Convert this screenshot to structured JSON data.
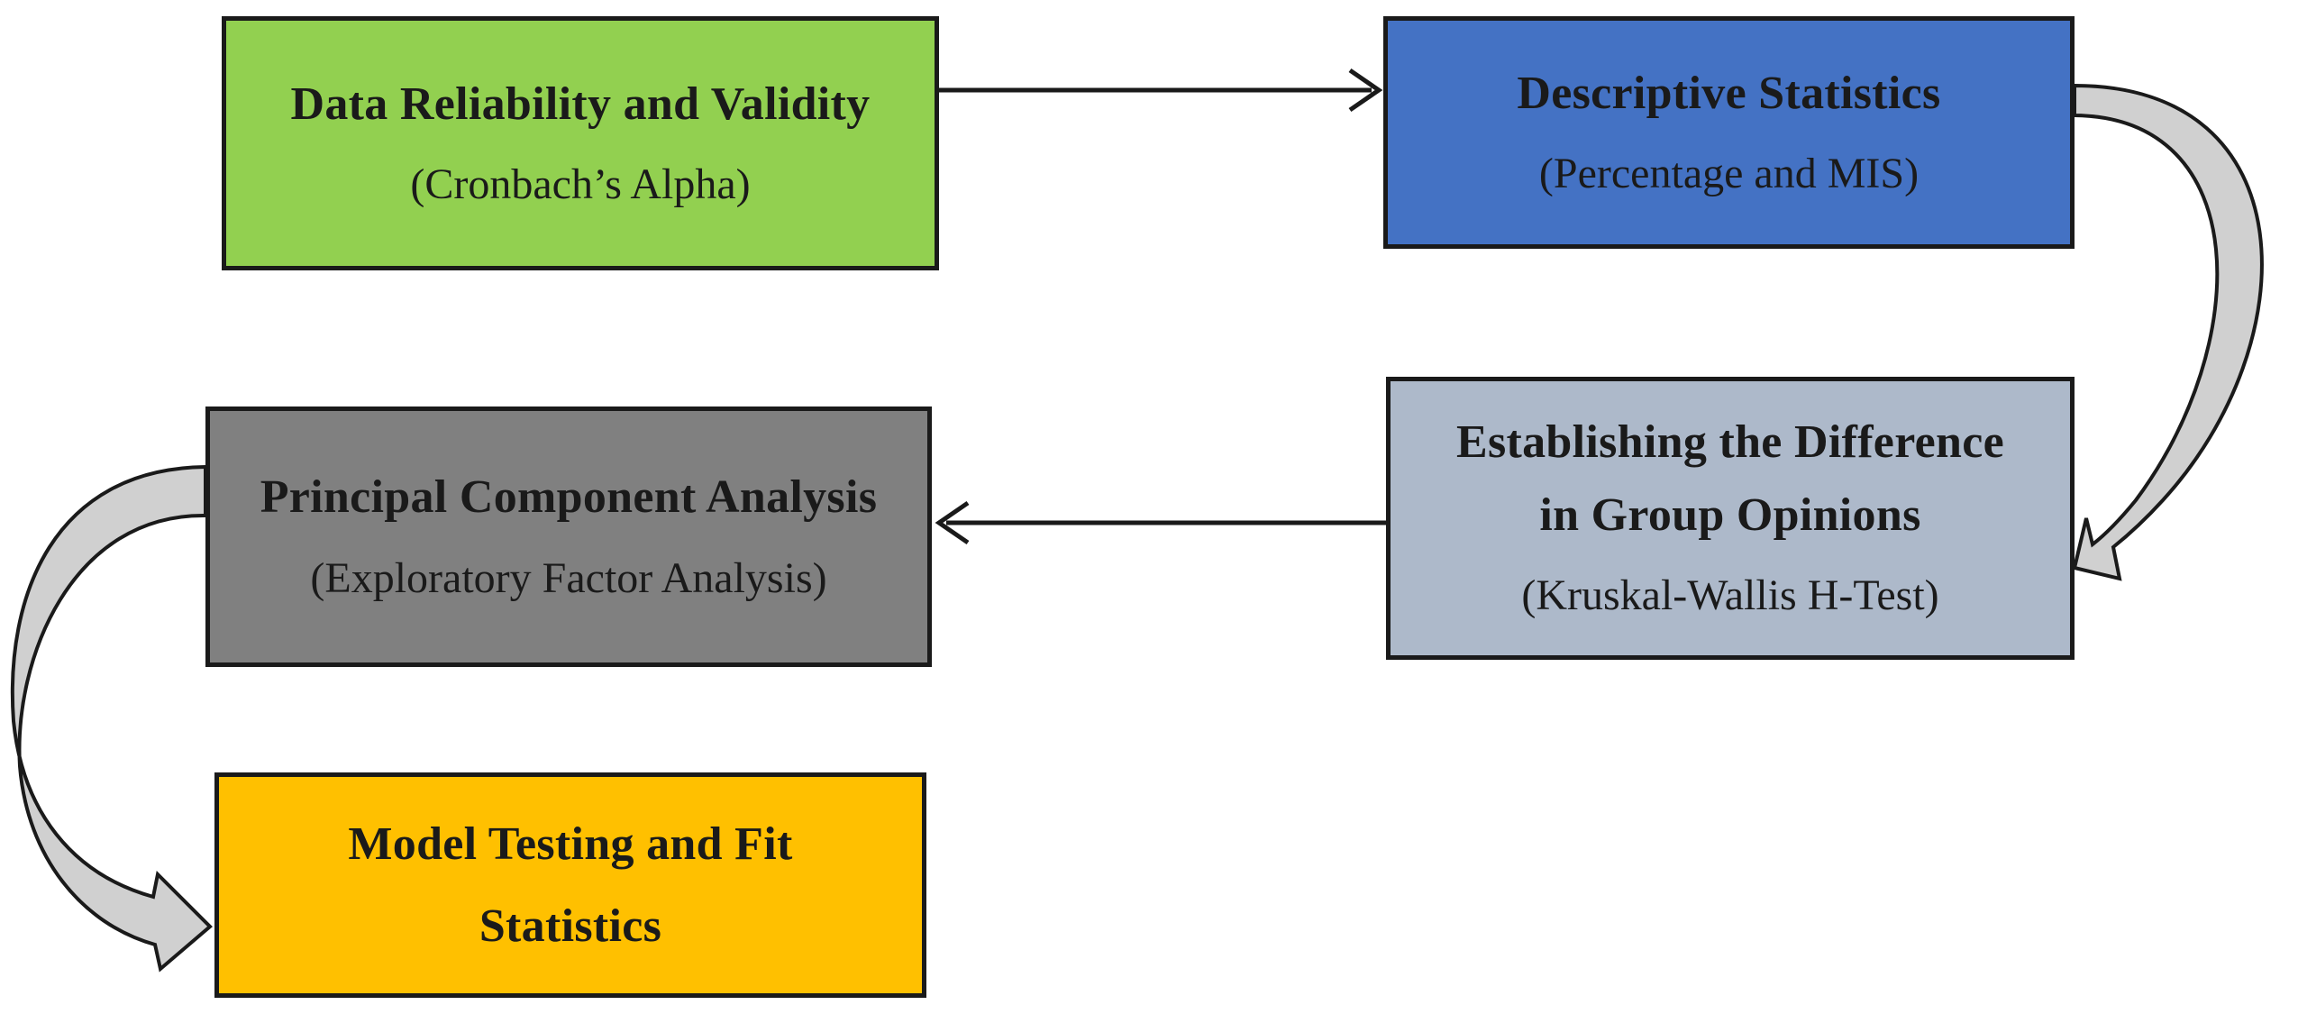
{
  "diagram": {
    "boxes": [
      {
        "id": "reliability",
        "title": "Data Reliability and Validity",
        "subtitle": "(Cronbach’s Alpha)",
        "color": "#92d050"
      },
      {
        "id": "descriptive",
        "title": "Descriptive Statistics",
        "subtitle": "(Percentage and MIS)",
        "color": "#4472c4"
      },
      {
        "id": "difference",
        "title_line1": "Establishing the Difference",
        "title_line2": "in Group Opinions",
        "subtitle": "(Kruskal-Wallis H-Test)",
        "color": "#adb9ca"
      },
      {
        "id": "pca",
        "title": "Principal Component Analysis",
        "subtitle": "(Exploratory Factor Analysis)",
        "color": "#808080"
      },
      {
        "id": "model",
        "title_line1": "Model Testing and Fit",
        "title_line2": "Statistics",
        "color": "#ffc000"
      }
    ],
    "arrow_color": "#1a1a1a",
    "curved_arrow_fill": "#d0d0d0"
  }
}
